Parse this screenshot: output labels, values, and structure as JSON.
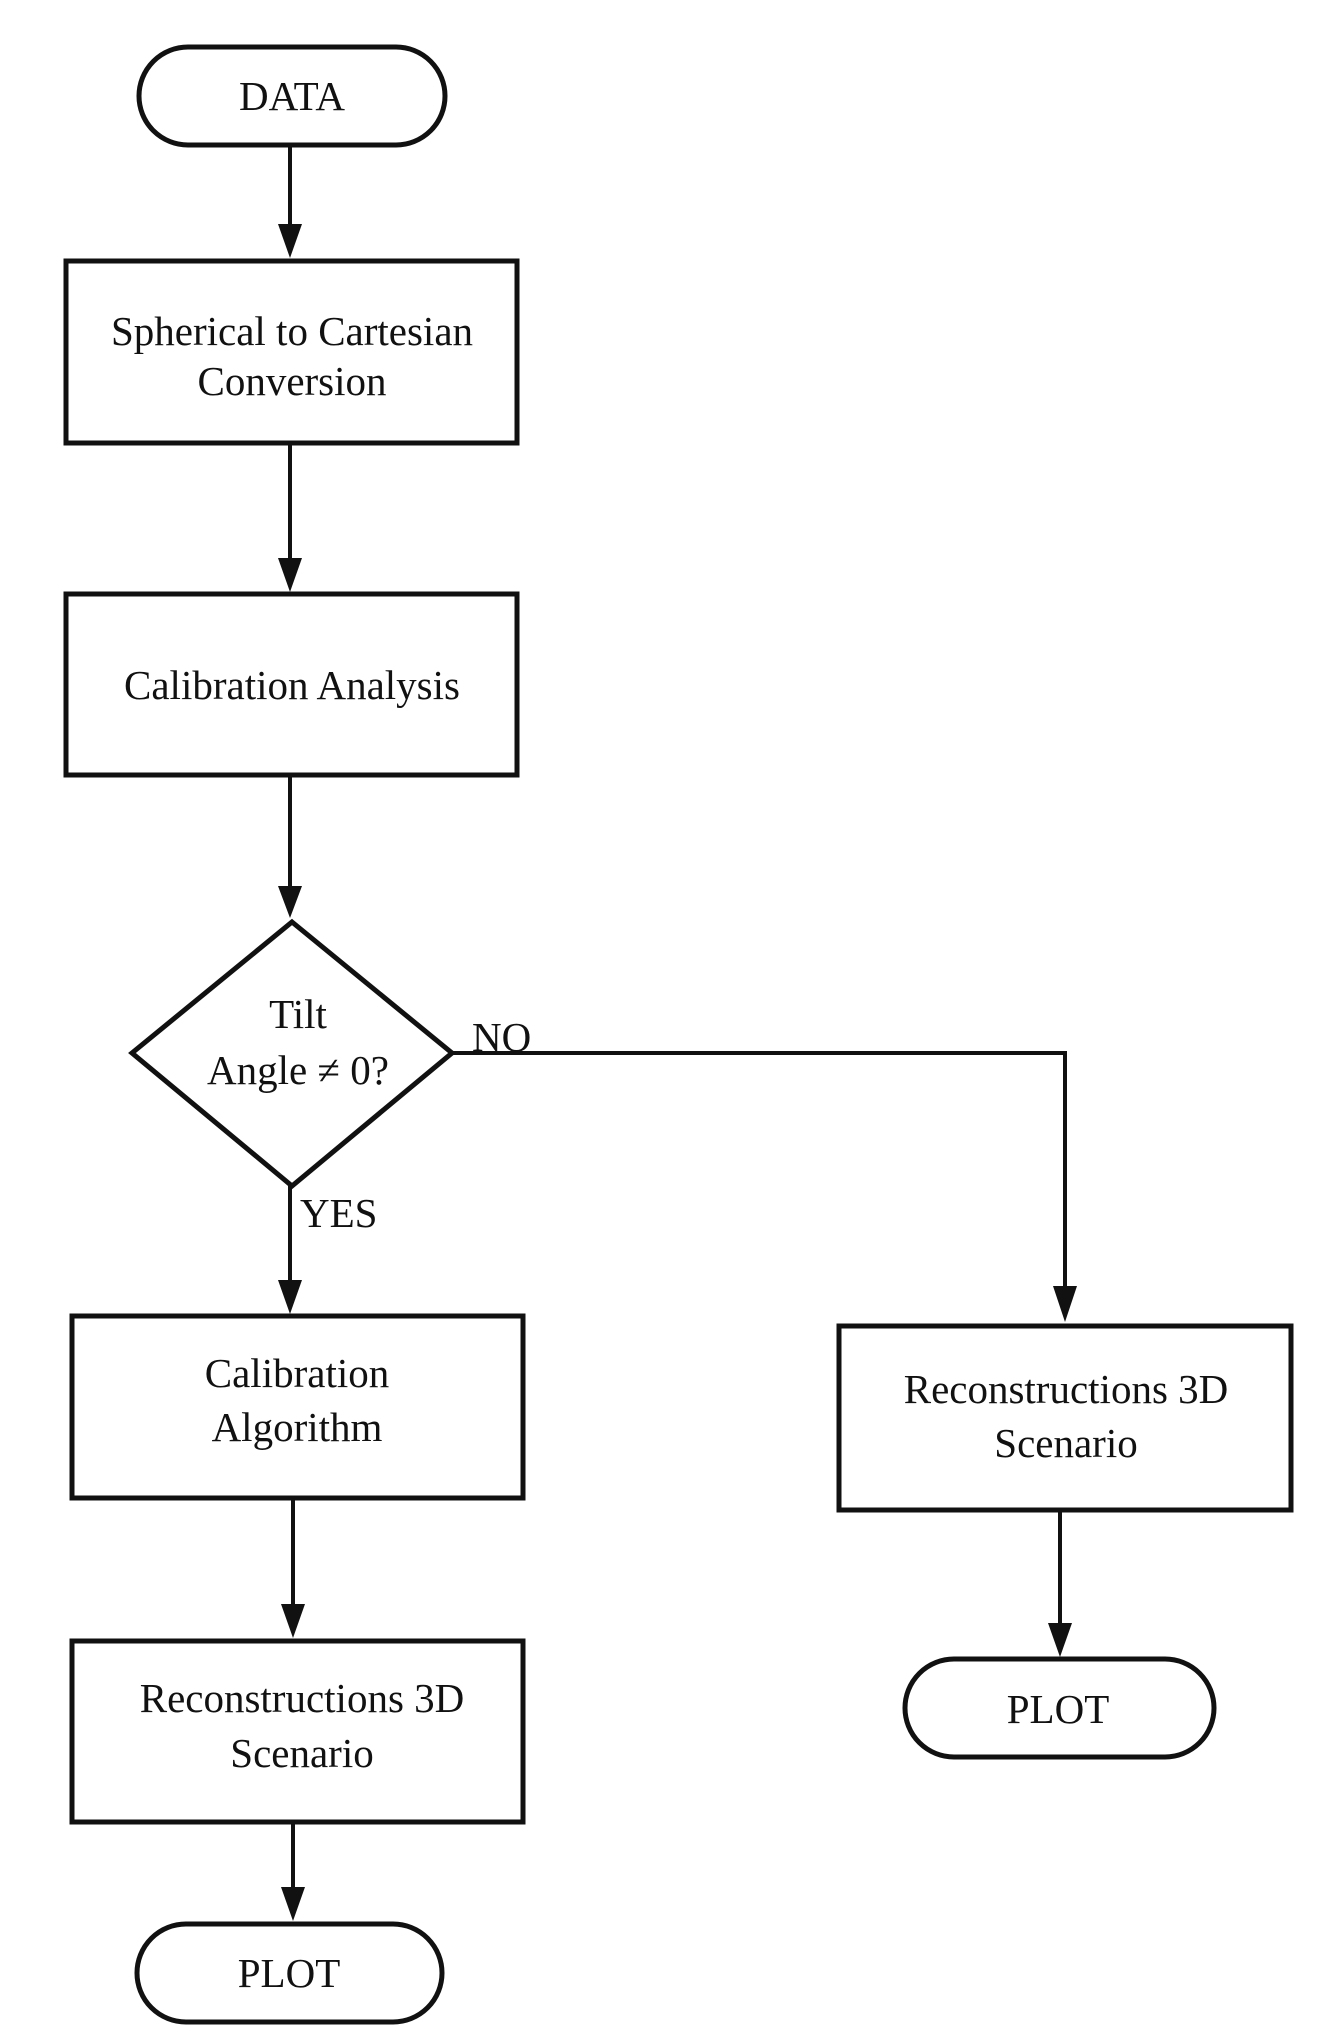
{
  "nodes": {
    "start": "DATA",
    "conversion": [
      "Spherical to Cartesian",
      "Conversion"
    ],
    "calibration_analysis": "Calibration Analysis",
    "decision": [
      "Tilt",
      "Angle ≠ 0?"
    ],
    "calibration_algorithm": [
      "Calibration",
      "Algorithm"
    ],
    "reconstruction_left": [
      "Reconstructions 3D",
      "Scenario"
    ],
    "plot_left": "PLOT",
    "reconstruction_right": [
      "Reconstructions 3D",
      "Scenario"
    ],
    "plot_right": "PLOT"
  },
  "edge_labels": {
    "no": "NO",
    "yes": "YES"
  }
}
